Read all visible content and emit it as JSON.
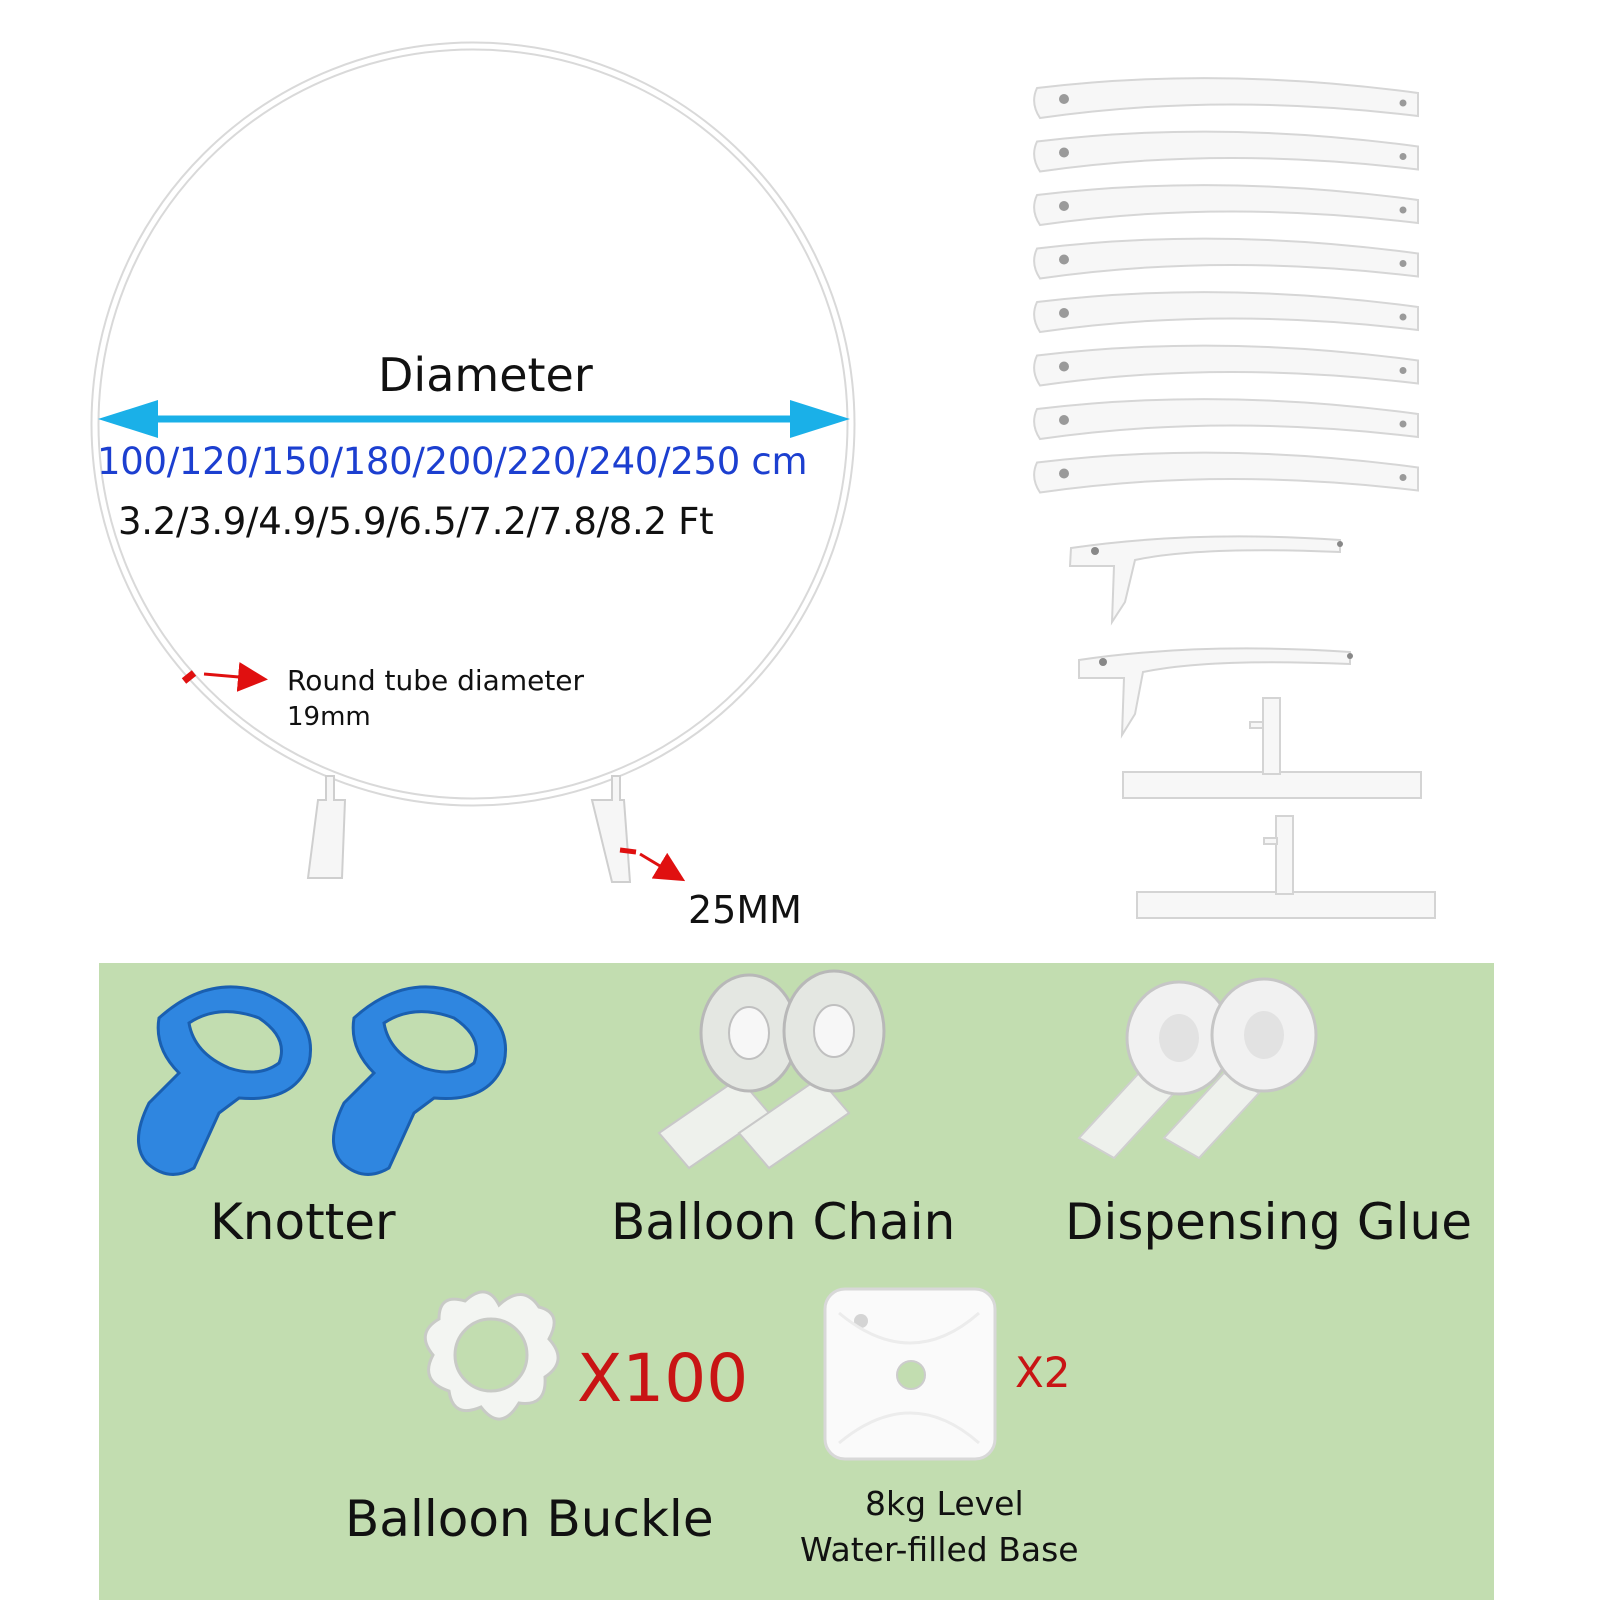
{
  "frame": {
    "diameter_label": "Diameter",
    "sizes_cm": "100/120/150/180/200/220/240/250 cm",
    "sizes_ft": "3.2/3.9/4.9/5.9/6.5/7.2/7.8/8.2 Ft",
    "tube_label_line1": "Round tube diameter",
    "tube_label_line2": "19mm",
    "base_tube_label": "25MM"
  },
  "accessories": {
    "knotter": "Knotter",
    "balloon_chain": "Balloon Chain",
    "dispensing_glue": "Dispensing Glue",
    "balloon_buckle": "Balloon Buckle",
    "buckle_qty": "X100",
    "base_qty": "X2",
    "base_label_line1": "8kg Level",
    "base_label_line2": "Water-filled Base"
  },
  "colors": {
    "arrow_blue": "#1ab0e8",
    "cm_text": "#1c3fd0",
    "marker_red": "#e01010",
    "panel_green": "#c2ddb0",
    "knotter_blue": "#2f86e0"
  },
  "icons": [
    "ring-frame-icon",
    "arc-tube-segment-icon",
    "leg-segment-icon",
    "t-base-foot-icon",
    "knotter-tool-icon",
    "balloon-chain-roll-icon",
    "glue-dot-roll-icon",
    "balloon-buckle-icon",
    "water-base-bag-icon"
  ]
}
